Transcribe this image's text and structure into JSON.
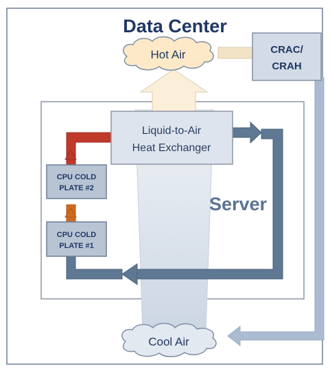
{
  "title": "Data Center",
  "hot_air_label": "Hot Air",
  "cool_air_label": "Cool Air",
  "crac_label_line1": "CRAC/",
  "crac_label_line2": "CRAH",
  "heat_exchanger_line1": "Liquid-to-Air",
  "heat_exchanger_line2": "Heat Exchanger",
  "server_label": "Server",
  "cold_plate_2": {
    "line1": "CPU COLD",
    "line2": "PLATE #2"
  },
  "cold_plate_1": {
    "line1": "CPU COLD",
    "line2": "PLATE #1"
  },
  "colors": {
    "page_border": "#6f7f96",
    "title_text": "#1f3864",
    "cloud_fill": "#fde9c8",
    "cloud_stroke": "#7f8fa6",
    "crac_fill": "#d3dbe6",
    "crac_stroke": "#7f8fa6",
    "duct": "#aabbd2",
    "pipe_cool": "#5f7894",
    "pipe_hot": "#c0392b",
    "pipe_warm": "#d06a1e",
    "server_box_stroke": "#8c96a6",
    "server_text": "#5c7392",
    "exchanger_fill": "#dde4ee",
    "plate_fill": "#b8c4d4",
    "plate_stroke": "#6d7f96",
    "airflow_fill": "#e3e9f1",
    "hot_arrow_fill": "#fbefd9"
  }
}
